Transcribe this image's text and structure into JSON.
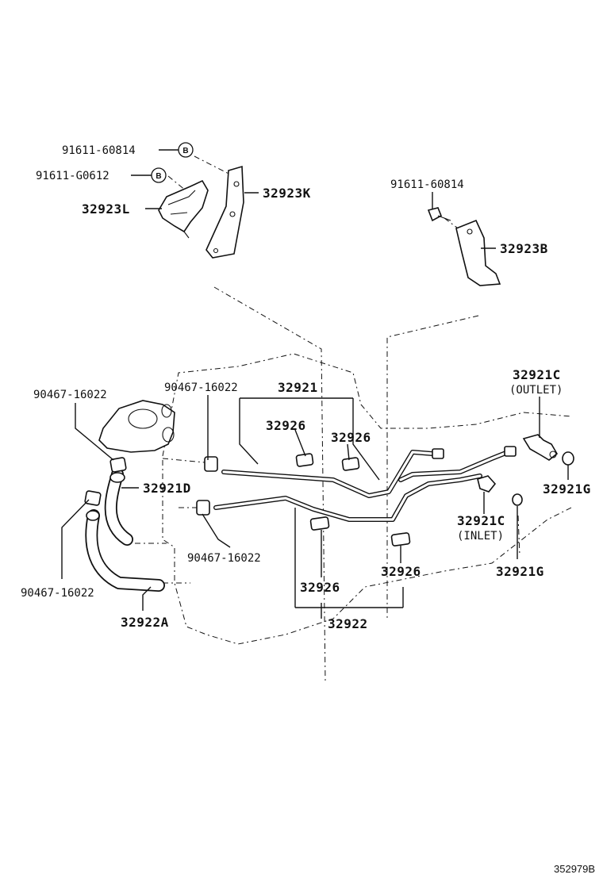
{
  "diagram": {
    "labels": {
      "bolt_b1": "91611-60814",
      "bolt_b2": "91611-G0612",
      "bracket_l": "32923L",
      "bracket_k": "32923K",
      "bolt_right": "91611-60814",
      "bracket_b": "32923B",
      "clip_top_left": "90467-16022",
      "clip_top_mid": "90467-16022",
      "pipe_upper": "32921",
      "cushion_1": "32926",
      "cushion_2": "32926",
      "union_outlet": "32921C",
      "outlet_note": "(OUTLET)",
      "hose_d": "32921D",
      "gasket_g1": "32921G",
      "union_inlet": "32921C",
      "inlet_note": "(INLET)",
      "clip_mid": "90467-16022",
      "gasket_g2": "32921G",
      "cushion_3": "32926",
      "cushion_4": "32926",
      "clip_bottom_left": "90467-16022",
      "hose_a": "32922A",
      "pipe_lower": "32922"
    },
    "callout_letter_1": "B",
    "callout_letter_2": "B",
    "reference_number": "352979B"
  }
}
